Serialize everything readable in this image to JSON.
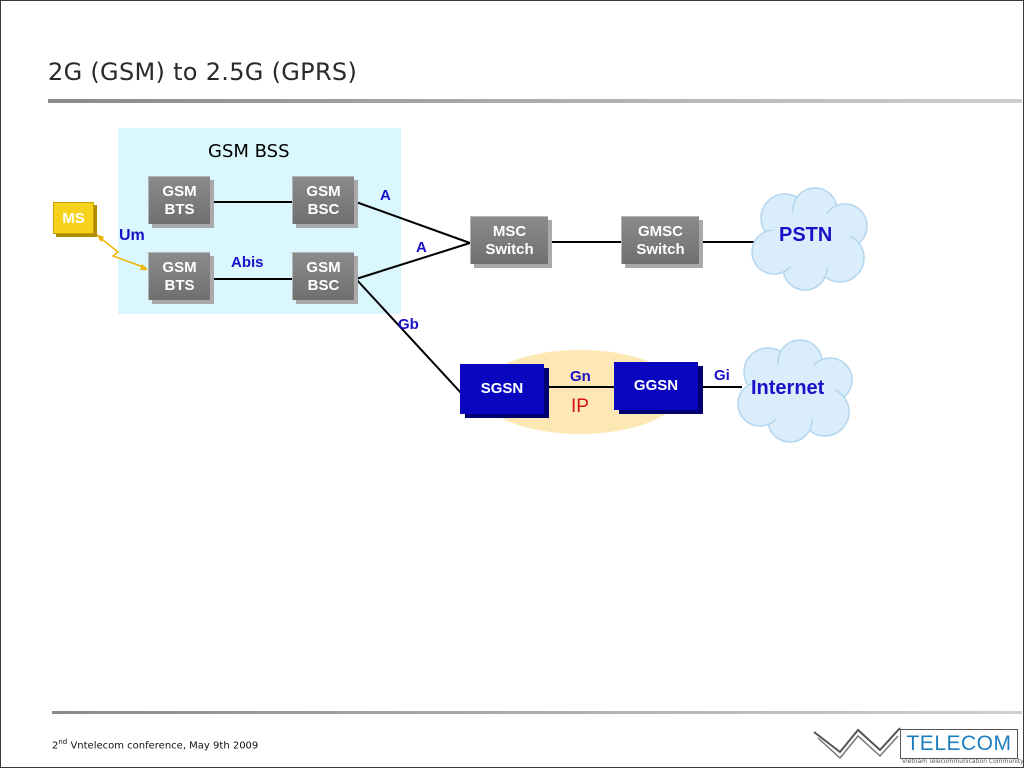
{
  "slide": {
    "title": "2G (GSM) to 2.5G (GPRS)"
  },
  "diagram": {
    "bss_label": "GSM BSS",
    "nodes": {
      "ms": "MS",
      "bts1": "GSM\nBTS",
      "bts2": "GSM\nBTS",
      "bsc1": "GSM\nBSC",
      "bsc2": "GSM\nBSC",
      "msc": "MSC\nSwitch",
      "gmsc": "GMSC\nSwitch",
      "sgsn": "SGSN",
      "ggsn": "GGSN"
    },
    "clouds": {
      "pstn": "PSTN",
      "internet": "Internet"
    },
    "interfaces": {
      "um": "Um",
      "abis": "Abis",
      "a1": "A",
      "a2": "A",
      "gb": "Gb",
      "gn": "Gn",
      "gi": "Gi"
    },
    "ip_label": "IP"
  },
  "footer": {
    "ordinal_number": "2",
    "ordinal_suffix": "nd",
    "text": " Vntelecom conference, May 9th 2009"
  },
  "logo": {
    "wordmark": "TELECOM",
    "tagline": "Vietnam Telecommunication Community"
  },
  "colors": {
    "accent_blue": "#0a06c0",
    "label_blue": "#1a10c8",
    "ip_red": "#d81010",
    "bss_fill": "#d9f7fd",
    "ms_yellow": "#f7d21c"
  }
}
